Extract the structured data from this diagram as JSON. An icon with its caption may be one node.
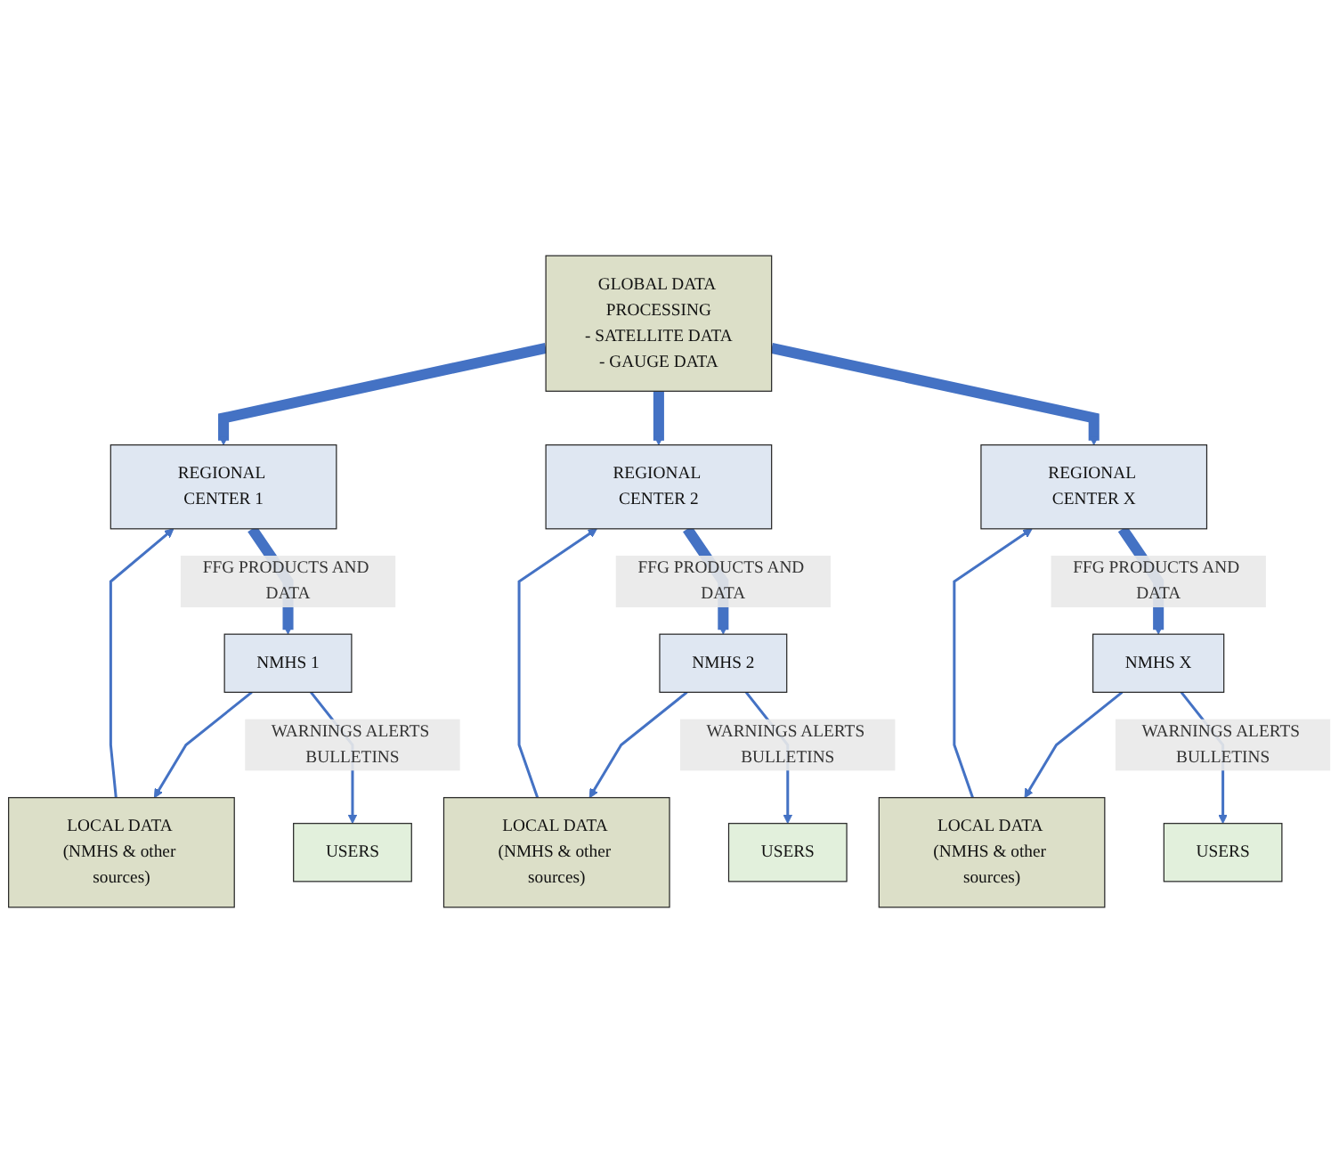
{
  "diagram": {
    "nodes": [
      {
        "text": [
          "GLOBAL DATA PROCESSING",
          "- SATELLITE DATA",
          "- GAUGE DATA"
        ]
      },
      {
        "text": [
          "REGIONAL CENTER 1"
        ]
      },
      {
        "text": [
          "REGIONAL CENTER 2"
        ]
      },
      {
        "text": [
          "REGIONAL CENTER X"
        ]
      },
      {
        "text": [
          "LOCAL DATA (NMHS & other sources)"
        ]
      },
      {
        "text": [
          "LOCAL DATA (NMHS & other sources)"
        ]
      },
      {
        "text": [
          "LOCAL DATA (NMHS & other sources)"
        ]
      },
      {
        "text": [
          "NMHS 1"
        ]
      },
      {
        "text": [
          "NMHS 2"
        ]
      },
      {
        "text": [
          "NMHS X"
        ]
      },
      {
        "text": [
          "USERS"
        ]
      },
      {
        "text": [
          "USERS"
        ]
      },
      {
        "text": [
          "USERS"
        ]
      }
    ],
    "edges": [
      {
        "from": 0,
        "to": 1,
        "arrow": "to",
        "style": "thick"
      },
      {
        "from": 0,
        "to": 2,
        "arrow": "to",
        "style": "thick"
      },
      {
        "from": 0,
        "to": 3,
        "arrow": "to",
        "style": "thick"
      },
      {
        "from": 4,
        "to": 1,
        "arrow": "to"
      },
      {
        "from": 7,
        "to": 4,
        "arrow": "to"
      },
      {
        "from": 1,
        "to": 7,
        "arrow": "to",
        "style": "thick",
        "label": "FFG PRODUCTS AND DATA"
      },
      {
        "from": 7,
        "to": 10,
        "arrow": "to",
        "label": "WARNINGS ALERTS BULLETINS"
      },
      {
        "from": 5,
        "to": 2,
        "arrow": "to"
      },
      {
        "from": 8,
        "to": 5,
        "arrow": "to"
      },
      {
        "from": 2,
        "to": 8,
        "arrow": "to",
        "style": "thick",
        "label": "FFG PRODUCTS AND DATA"
      },
      {
        "from": 8,
        "to": 11,
        "arrow": "to",
        "label": "WARNINGS ALERTS BULLETINS"
      },
      {
        "from": 6,
        "to": 3,
        "arrow": "to"
      },
      {
        "from": 9,
        "to": 6,
        "arrow": "to"
      },
      {
        "from": 3,
        "to": 9,
        "arrow": "to",
        "style": "thick",
        "label": "FFG PRODUCTS AND DATA"
      },
      {
        "from": 9,
        "to": 12,
        "arrow": "to",
        "label": "WARNINGS ALERTS BULLETINS"
      }
    ]
  }
}
